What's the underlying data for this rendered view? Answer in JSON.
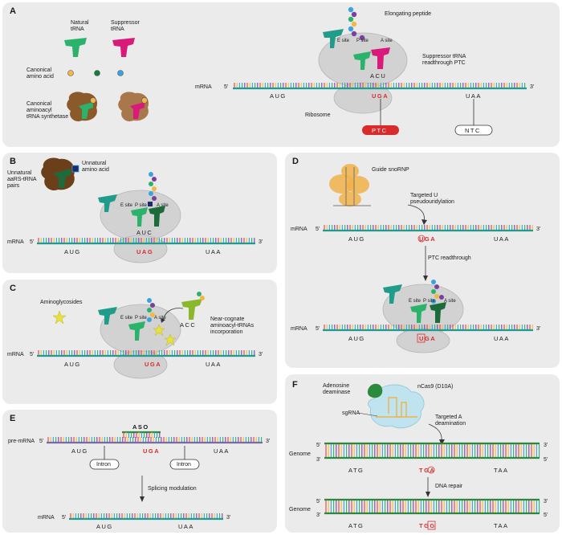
{
  "panels": {
    "a": {
      "letter": "A",
      "natural_trna": [
        "Natural",
        "tRNA"
      ],
      "suppressor_trna": [
        "Suppressor",
        "tRNA"
      ],
      "canonical_aa": [
        "Canonical",
        "amino acid"
      ],
      "synthetase": [
        "Canonical",
        "aminoacyl",
        "tRNA synthetase"
      ],
      "elongating": "Elongating peptide",
      "e_site": "E site",
      "p_site": "P site",
      "a_site": "A site",
      "readthrough": [
        "Suppressor tRNA",
        "readthrough PTC"
      ],
      "anticodon": "ACU",
      "mrna": "mRNA",
      "five": "5'",
      "three": "3'",
      "start": "AUG",
      "stop_codon": "UGA",
      "end": "UAA",
      "ribosome": "Ribosome",
      "ptc": "PTC",
      "ntc": "NTC"
    },
    "b": {
      "letter": "B",
      "pairs": [
        "Unnatural",
        "aaRS-tRNA",
        "pairs"
      ],
      "unnatural_aa": [
        "Unnatural",
        "amino acid"
      ],
      "e_site": "E site",
      "p_site": "P site",
      "a_site": "A site",
      "anticodon": "AUC",
      "mrna": "mRNA",
      "five": "5'",
      "three": "3'",
      "start": "AUG",
      "stop_codon": "UAG",
      "end": "UAA"
    },
    "c": {
      "letter": "C",
      "aminoglycosides": "Aminoglycosides",
      "e_site": "E site",
      "p_site": "P site",
      "a_site": "A site",
      "near_anticodon": "ACC",
      "near_cognate": [
        "Near-cognate",
        "aminoacyl-tRNAs",
        "incorporation"
      ],
      "mrna": "mRNA",
      "five": "5'",
      "three": "3'",
      "start": "AUG",
      "stop_codon": "UGA",
      "end": "UAA"
    },
    "d": {
      "letter": "D",
      "guide": "Guide snoRNP",
      "targeted": [
        "Targeted U",
        "pseudouridylation"
      ],
      "mrna": "mRNA",
      "five": "5'",
      "three": "3'",
      "start": "AUG",
      "stop_codon": "UGA",
      "end": "UAA",
      "ptc_readthrough": "PTC readthrough",
      "e_site": "E site",
      "p_site": "P site",
      "a_site": "A site",
      "start2": "AUG",
      "stop_codon2": "UGA",
      "end2": "UAA"
    },
    "e": {
      "letter": "E",
      "aso": "ASO",
      "pre_mrna": "pre-mRNA",
      "five": "5'",
      "three": "3'",
      "start": "AUG",
      "stop_codon": "UGA",
      "end": "UAA",
      "intron1": "Intron",
      "intron2": "Intron",
      "splicing": "Splicing modulation",
      "mrna": "mRNA",
      "start2": "AUG",
      "end2": "UAA"
    },
    "f": {
      "letter": "F",
      "adenosine": [
        "Adenosine",
        "deaminase"
      ],
      "ncas": "nCas9 (D10A)",
      "sgrna": "sgRNA",
      "targeted": [
        "Targeted A",
        "deamination"
      ],
      "genome": "Genome",
      "five": "5'",
      "three": "3'",
      "start": "ATG",
      "stop_codon": "TGA",
      "end": "TAA",
      "dna_repair": "DNA repair",
      "start2": "ATG",
      "stop_codon2": "TGG",
      "end2": "TAA"
    }
  },
  "colors": {
    "panel_bg": "#ebebeb",
    "ribosome": "#d2d2d2",
    "mrna": "#1d9c94",
    "dna": "#2a8a3c",
    "natural_trna": "#2bb36b",
    "suppressor_trna": "#d81b7a",
    "teal_trna": "#1f9c8a",
    "near_trna": "#8ab82a",
    "synthetase": "#8a5a2b",
    "stop_red": "#d92b2b",
    "snorna": "#f0b24a",
    "cas": "#bfe3ef"
  }
}
